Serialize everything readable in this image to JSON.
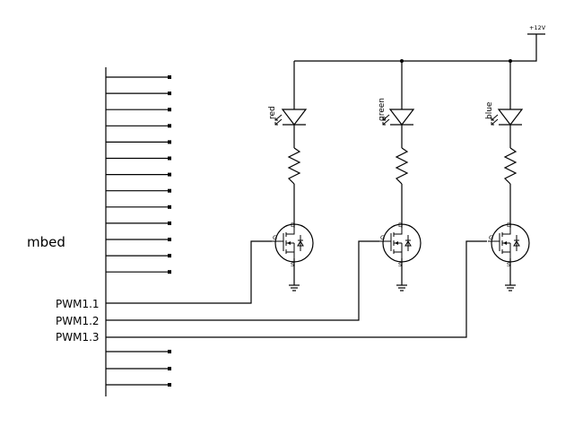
{
  "diagram": {
    "mbed_label": "mbed",
    "supply_label": "+12V",
    "pwm_labels": [
      "PWM1.1",
      "PWM1.2",
      "PWM1.3"
    ],
    "channels": [
      {
        "led_label": "red",
        "pwm": "PWM1.1"
      },
      {
        "led_label": "green",
        "pwm": "PWM1.2"
      },
      {
        "led_label": "blue",
        "pwm": "PWM1.3"
      }
    ],
    "mosfet_pins": {
      "gate": "G",
      "drain": "D",
      "source": "S"
    }
  }
}
